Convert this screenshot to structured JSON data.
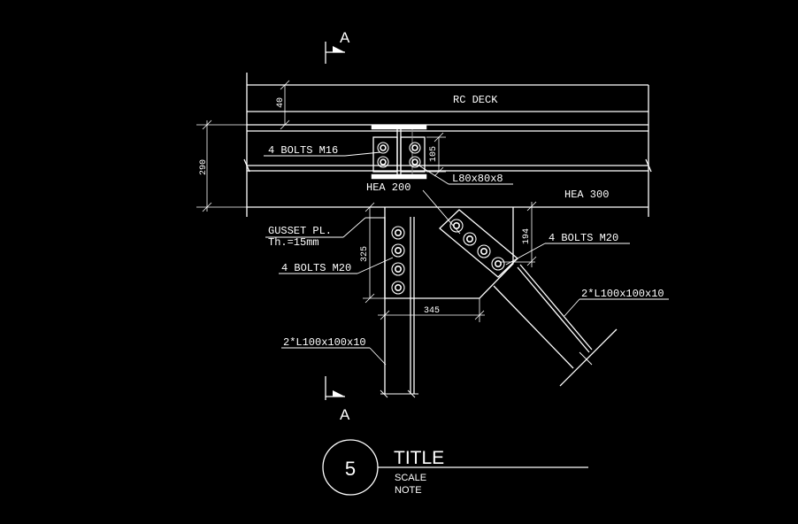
{
  "section_marks": {
    "top": "A",
    "bottom": "A"
  },
  "labels": {
    "rc_deck": "RC DECK",
    "bolts_m16": "4 BOLTS M16",
    "hea_200": "HEA 200",
    "l80": "L80x80x8",
    "hea_300": "HEA 300",
    "gusset_1": "GUSSET PL.",
    "gusset_2": "Th.=15mm",
    "bolts_m20_left": "4 BOLTS M20",
    "bolts_m20_right": "4 BOLTS M20",
    "angle_right": "2*L100x100x10",
    "angle_left": "2*L100x100x10"
  },
  "dimensions": {
    "d40": "40",
    "d290": "290",
    "d105": "105",
    "d325": "325",
    "d345": "345",
    "d194": "194"
  },
  "title_block": {
    "number": "5",
    "title": "TITLE",
    "scale": "SCALE",
    "note": "NOTE"
  }
}
